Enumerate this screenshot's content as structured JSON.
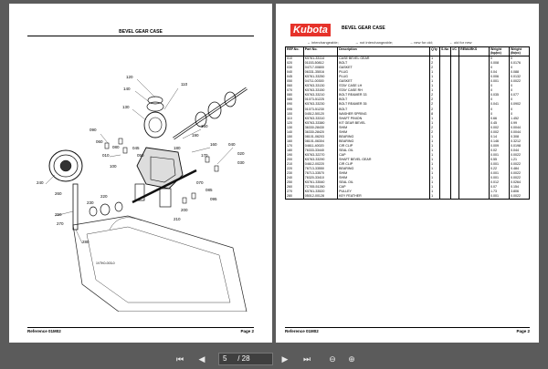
{
  "left_page": {
    "title": "BEVEL GEAR CASE",
    "footer_left": "Reference 01M02",
    "footer_right": "Page 2",
    "diagram_code": "1V7K0-003-0",
    "callouts": [
      "010",
      "020",
      "030",
      "040",
      "050",
      "060",
      "070",
      "080",
      "090",
      "100",
      "110",
      "120",
      "130",
      "140",
      "150",
      "160",
      "170",
      "180",
      "190",
      "200",
      "210",
      "220",
      "230",
      "240",
      "250",
      "260",
      "270",
      "280"
    ]
  },
  "right_page": {
    "logo": "Kubota",
    "title": "BEVEL GEAR CASE",
    "legend": [
      "↔ interchangeable;",
      "↔ not interchangeable;",
      "→ new for old;",
      "← old for new"
    ],
    "footer_left": "Reference 01M02",
    "footer_right": "Page 2",
    "columns": [
      "REF.No.",
      "Part No.",
      "Description",
      "Q'ty",
      "S.No",
      "I/C",
      "REMARKS",
      "Weight (kg/pc)",
      "Weight (lb/pc)"
    ],
    "rows": [
      [
        "010",
        "K5761-33114",
        "CASE BEVEL GEAR",
        "1",
        "",
        "",
        "",
        "0",
        "0"
      ],
      [
        "020",
        "01153-50812",
        "BOLT",
        "2",
        "",
        "",
        "",
        "0.008",
        "0.0176"
      ],
      [
        "030",
        "04717-00800",
        "GASKET",
        "2",
        "",
        "",
        "",
        "0",
        "0"
      ],
      [
        "040",
        "06331-35016",
        "PLUG",
        "1",
        "",
        "",
        "",
        "0.04",
        "0.088"
      ],
      [
        "045",
        "K5761-33250",
        "PLUG",
        "1",
        "",
        "",
        "",
        "0.006",
        "0.0132"
      ],
      [
        "050",
        "04711-00300",
        "GASKET",
        "1",
        "",
        "",
        "",
        "0.001",
        "0.0022"
      ],
      [
        "060",
        "K5763-33130",
        "STAY CASE LH",
        "1",
        "",
        "",
        "",
        "0",
        "0"
      ],
      [
        "070",
        "K5763-33150",
        "STAY CASE RH",
        "1",
        "",
        "",
        "",
        "0",
        "0"
      ],
      [
        "080",
        "K5763-33210",
        "BOLT REAMER 33",
        "2",
        "",
        "",
        "",
        "0.035",
        "0.077"
      ],
      [
        "085",
        "01073-51225",
        "BOLT",
        "2",
        "",
        "",
        "",
        "0",
        "0"
      ],
      [
        "090",
        "K5763-33230",
        "BOLT REAMER 35",
        "2",
        "",
        "",
        "",
        "0.041",
        "0.0902"
      ],
      [
        "095",
        "01073-51230",
        "BOLT",
        "2",
        "",
        "",
        "",
        "0",
        "0"
      ],
      [
        "100",
        "04512-50120",
        "WASHER SPRING",
        "8",
        "",
        "",
        "",
        "0",
        "0"
      ],
      [
        "110",
        "K5763-33310",
        "SHAFT PINION",
        "1",
        "",
        "",
        "",
        "0.66",
        "1.452"
      ],
      [
        "120",
        "K5763-33380",
        "KIT GEAR BEVEL",
        "1",
        "",
        "",
        "",
        "0.45",
        "0.99"
      ],
      [
        "130",
        "36330-28430",
        "SHIM",
        "2",
        "",
        "",
        "",
        "0.002",
        "0.0044"
      ],
      [
        "140",
        "36330-28420",
        "SHIM",
        "2",
        "",
        "",
        "",
        "0.002",
        "0.0044"
      ],
      [
        "150",
        "08101-06203",
        "BEARING",
        "1",
        "",
        "",
        "",
        "0.14",
        "0.308"
      ],
      [
        "160",
        "08101-06304",
        "BEARING",
        "1",
        "",
        "",
        "",
        "0.146",
        "0.3212"
      ],
      [
        "170",
        "04611-40020",
        "CIR CLIP",
        "1",
        "",
        "",
        "",
        "0.009",
        "0.0198"
      ],
      [
        "180",
        "76333-33440",
        "SEAL OIL",
        "1",
        "",
        "",
        "",
        "0.02",
        "0.044"
      ],
      [
        "190",
        "K5763-32270",
        "CAP",
        "1",
        "",
        "",
        "",
        "0.001",
        "0.0022"
      ],
      [
        "200",
        "K5763-33290",
        "SHAFT BEVEL GEAR",
        "1",
        "",
        "",
        "",
        "0.55",
        "1.21"
      ],
      [
        "210",
        "04612-00220",
        "CIR CLIP",
        "1",
        "",
        "",
        "",
        "0.001",
        "0.0022"
      ],
      [
        "220",
        "76713-33550",
        "BEARING",
        "1",
        "",
        "",
        "",
        "0.22",
        "0.484"
      ],
      [
        "230",
        "76713-33570",
        "SHIM",
        "1",
        "",
        "",
        "",
        "0.001",
        "0.0022"
      ],
      [
        "240",
        "76320-33410",
        "SHIM",
        "1",
        "",
        "",
        "",
        "0.001",
        "0.0022"
      ],
      [
        "250",
        "K5761-33540",
        "SEAL OIL",
        "1",
        "",
        "",
        "",
        "0.012",
        "0.0264"
      ],
      [
        "260",
        "7C765-51260",
        "CAP",
        "1",
        "",
        "",
        "",
        "0.07",
        "0.154"
      ],
      [
        "270",
        "K5761-33520",
        "PULLEY",
        "1",
        "",
        "",
        "",
        "1.73",
        "3.806"
      ],
      [
        "280",
        "05012-00128",
        "KEY FEATHER",
        "1",
        "",
        "",
        "",
        "0.001",
        "0.0022"
      ]
    ]
  },
  "toolbar": {
    "current_page": "5",
    "total_pages": "/ 28"
  }
}
